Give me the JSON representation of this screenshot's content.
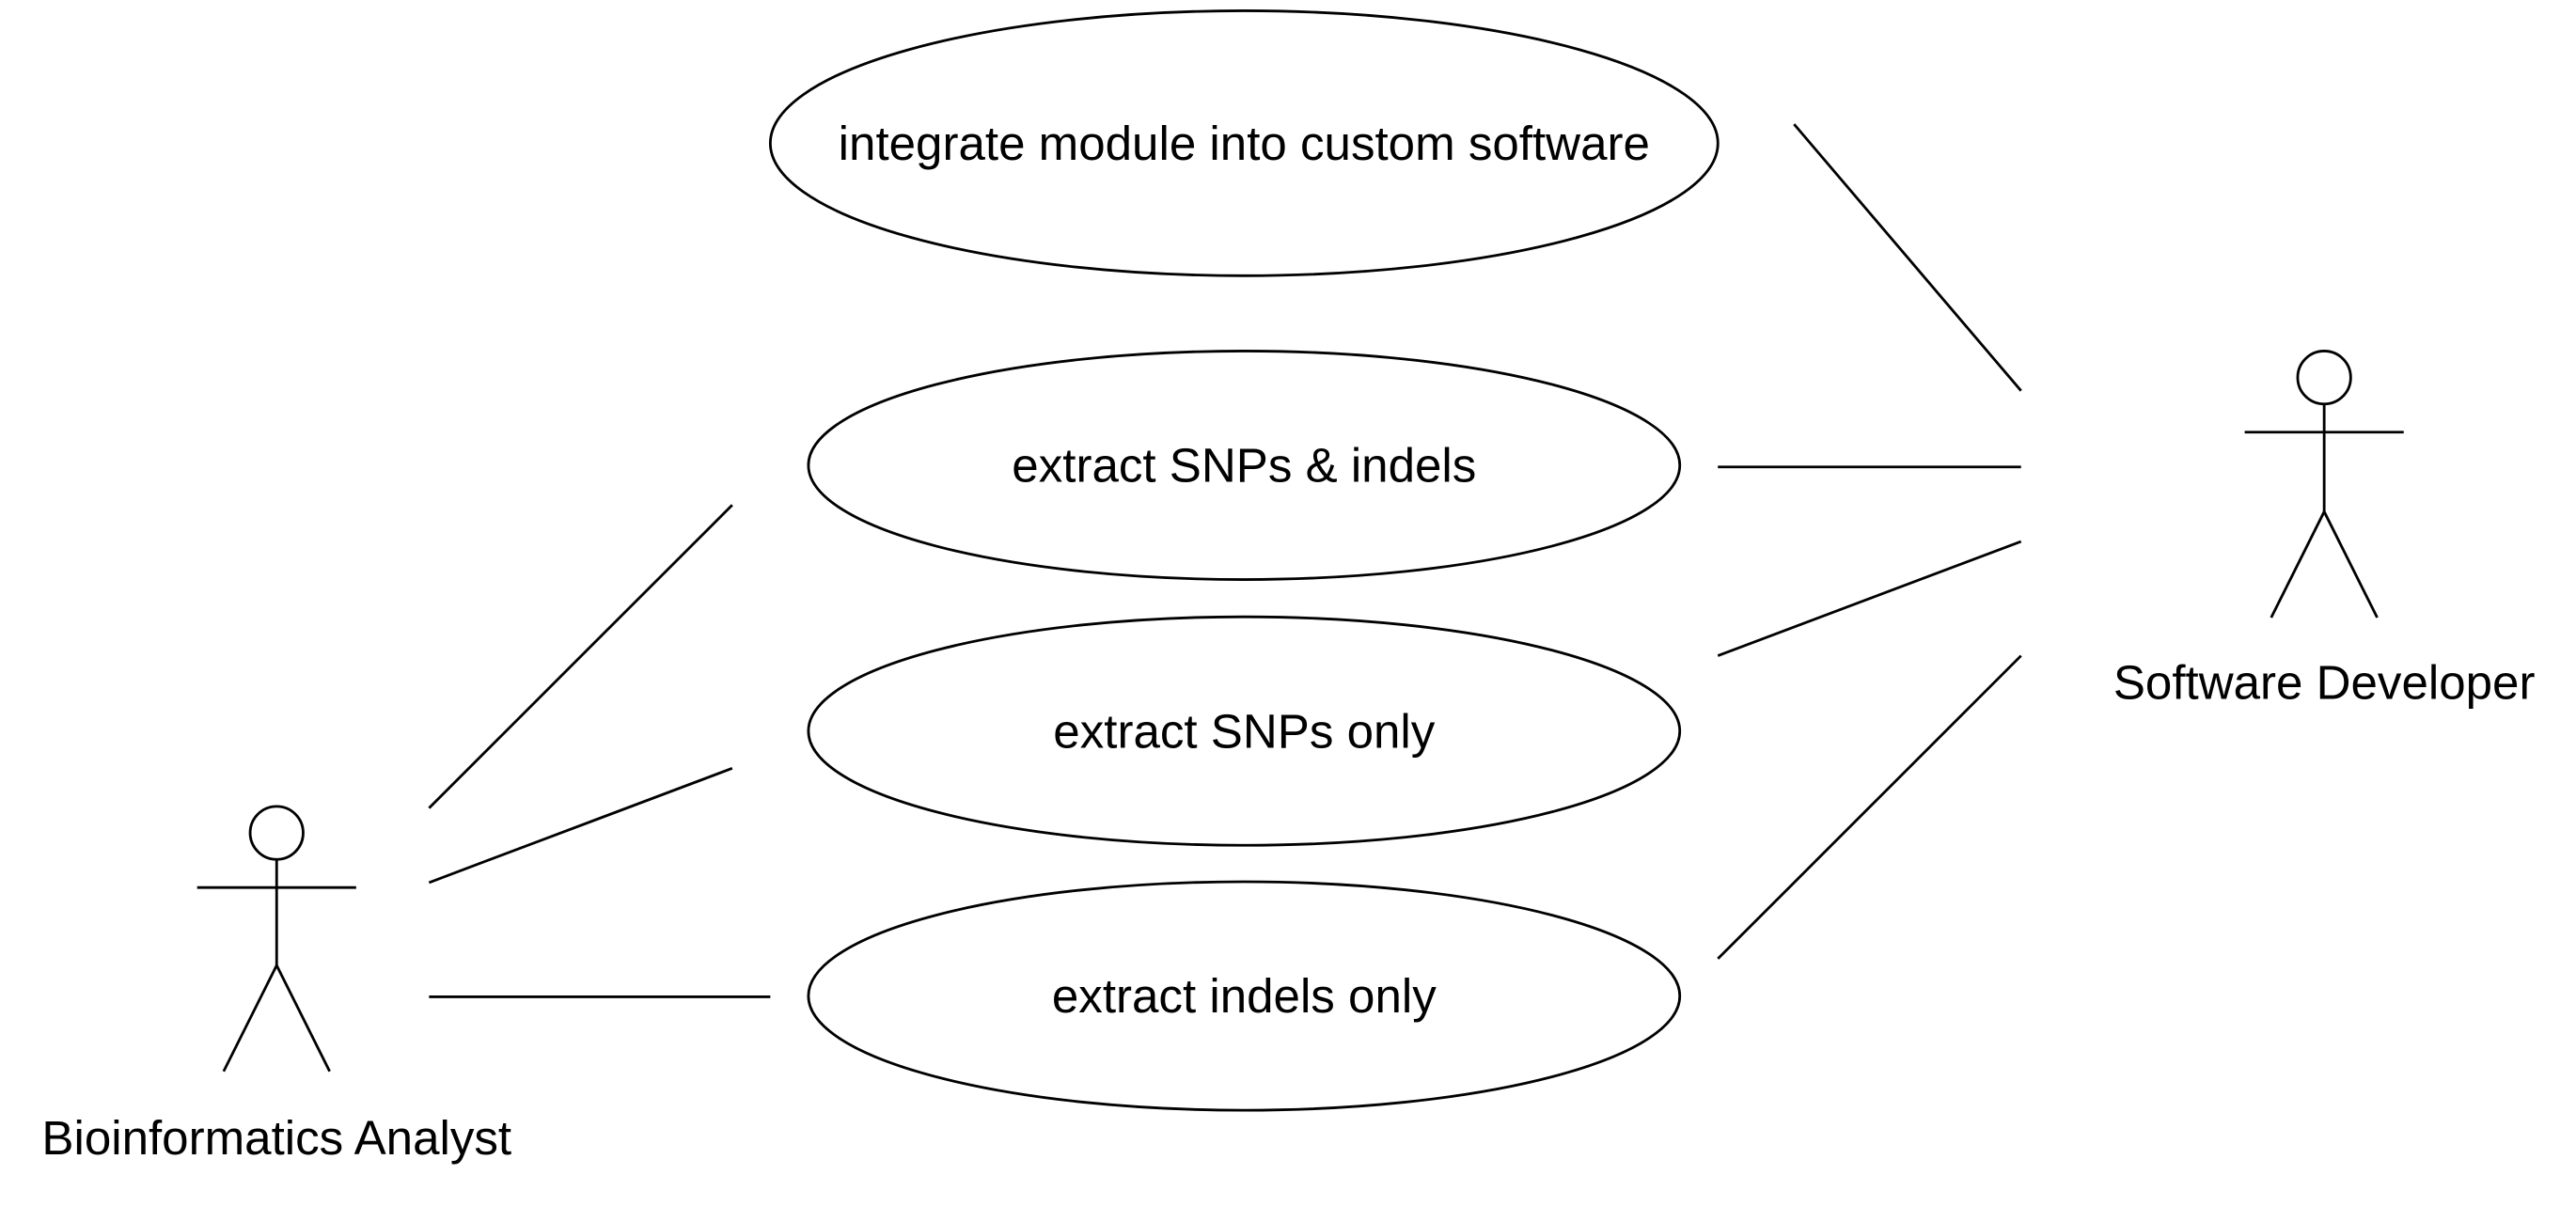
{
  "diagram": {
    "type": "use-case",
    "use_cases": [
      {
        "id": "integrate",
        "label": "integrate module into custom software"
      },
      {
        "id": "snps_indels",
        "label": "extract SNPs & indels"
      },
      {
        "id": "snps_only",
        "label": "extract SNPs only"
      },
      {
        "id": "indels_only",
        "label": "extract indels only"
      }
    ],
    "actors": [
      {
        "id": "analyst",
        "label": "Bioinformatics Analyst"
      },
      {
        "id": "developer",
        "label": "Software Developer"
      }
    ],
    "associations": [
      {
        "actor": "analyst",
        "use_case": "snps_indels"
      },
      {
        "actor": "analyst",
        "use_case": "snps_only"
      },
      {
        "actor": "analyst",
        "use_case": "indels_only"
      },
      {
        "actor": "developer",
        "use_case": "integrate"
      },
      {
        "actor": "developer",
        "use_case": "snps_indels"
      },
      {
        "actor": "developer",
        "use_case": "snps_only"
      },
      {
        "actor": "developer",
        "use_case": "indels_only"
      }
    ],
    "colors": {
      "stroke": "#000000",
      "background": "#ffffff"
    }
  }
}
